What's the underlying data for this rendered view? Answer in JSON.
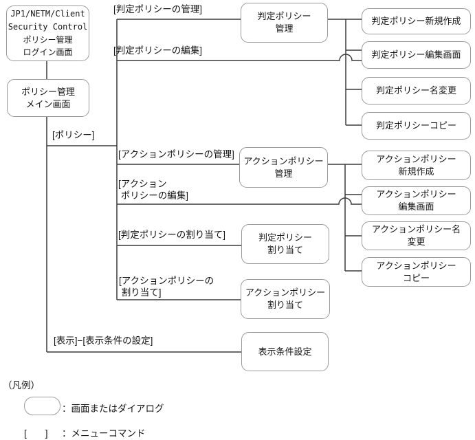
{
  "screens": {
    "login": "JP1/NETM/Client\nSecurity Control\nポリシー管理\nログイン画面",
    "main": "ポリシー管理\nメイン画面",
    "judge_mgmt": "判定ポリシー\n管理",
    "action_mgmt": "アクションポリシー\n管理",
    "judge_assign": "判定ポリシー\n割り当て",
    "action_assign": "アクションポリシー\n割り当て",
    "display_cond": "表示条件設定",
    "judge_new": "判定ポリシー新規作成",
    "judge_edit": "判定ポリシー編集画面",
    "judge_rename": "判定ポリシー名変更",
    "judge_copy": "判定ポリシーコピー",
    "action_new": "アクションポリシー\n新規作成",
    "action_edit": "アクションポリシー\n編集画面",
    "action_rename": "アクションポリシー名\n変更",
    "action_copy": "アクションポリシー\nコピー"
  },
  "menu_commands": {
    "policy": "[ポリシー]",
    "judge_mgmt": "[判定ポリシーの管理]",
    "judge_edit": "[判定ポリシーの編集]",
    "action_mgmt": "[アクションポリシーの管理]",
    "action_edit": "[アクション\n ポリシーの編集]",
    "judge_assign": "[判定ポリシーの割り当て]",
    "action_assign": "[アクションポリシーの\n 割り当て]",
    "display": "[表示]−[表示条件の設定]"
  },
  "legend": {
    "heading": "（凡例）",
    "screen_desc": "：画面またはダイアログ",
    "menu_sample": "[　　]",
    "menu_desc": "：メニューコマンド"
  },
  "colors": {
    "line": "#3a3a3a",
    "box_border": "#999999",
    "text": "#141414",
    "background": "#ffffff"
  }
}
